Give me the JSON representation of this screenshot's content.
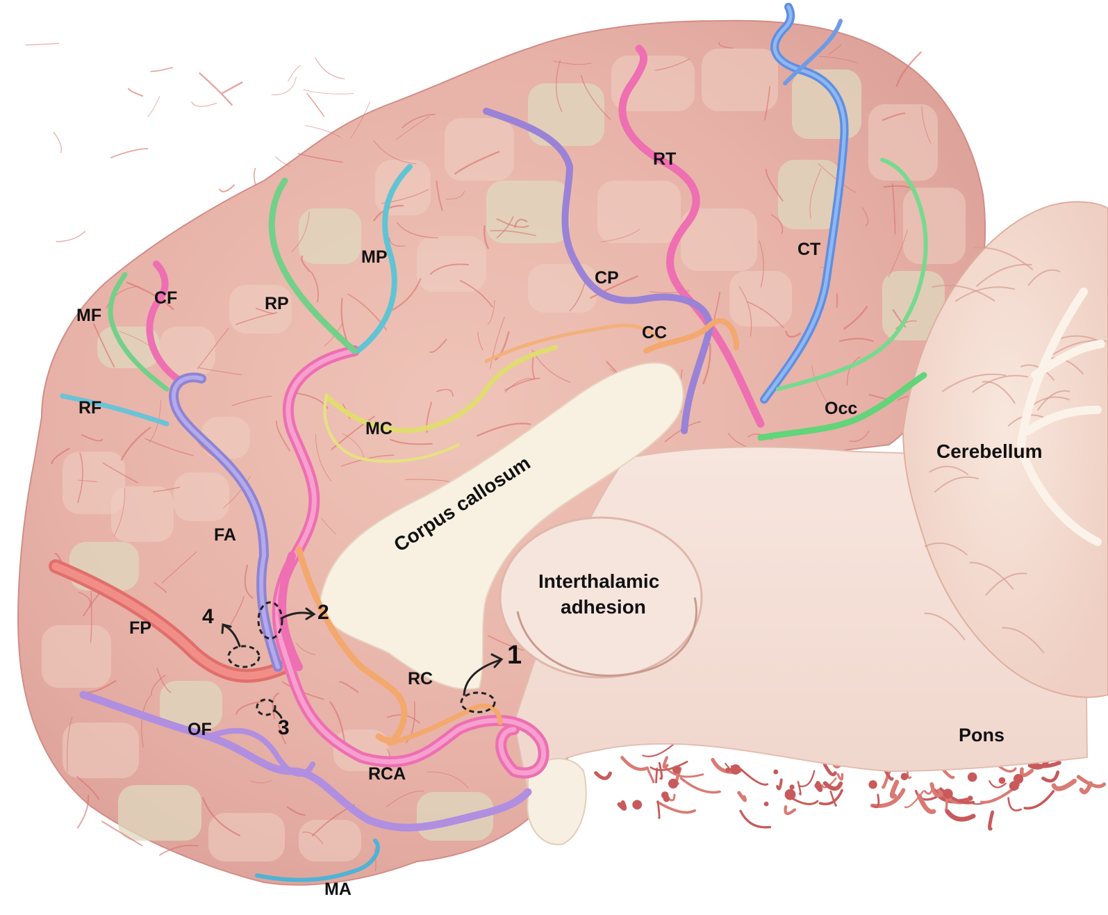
{
  "colors": {
    "cerebrum": "#e8b6ad",
    "gyrus_highlight": "#efcfc2",
    "gyrus_pale": "#dfd8bf",
    "white_matter": "#f7efdf",
    "thalamus": "#f4dfd6",
    "cerebellum": "#f3d7cd",
    "cerebellum_white": "#fbf3ea",
    "cerebellum_line": "#d59b8e",
    "fine_vessels": "#d9736e",
    "background_vessels": "#d97a73",
    "stem_vessels": "#c85a5b",
    "vessel_pink": "#ee7dba",
    "vessel_purple": "#9e8ed6",
    "vessel_lavender": "#b598dc",
    "vessel_blue": "#6f9be6",
    "vessel_cyan": "#67cdd9",
    "vessel_green": "#79d88c",
    "vessel_yellow": "#e3e07a",
    "vessel_orange": "#f2ad73",
    "vessel_salmon": "#ec7d77",
    "label_text": "#111111",
    "marker_circle": "#222222"
  },
  "labels": {
    "MF": "MF",
    "CF": "CF",
    "RF": "RF",
    "RP": "RP",
    "MP": "MP",
    "CP": "CP",
    "RT": "RT",
    "CT": "CT",
    "CC": "CC",
    "MC": "MC",
    "Occ": "Occ",
    "FA": "FA",
    "FP": "FP",
    "OF": "OF",
    "RC": "RC",
    "RCA": "RCA",
    "MA": "MA",
    "corpus_callosum": "Corpus callosum",
    "interthalamic_line1": "Interthalamic",
    "interthalamic_line2": "adhesion",
    "cerebellum": "Cerebellum",
    "pons": "Pons"
  },
  "markers": [
    {
      "number": "1",
      "name": "marker-1"
    },
    {
      "number": "2",
      "name": "marker-2"
    },
    {
      "number": "3",
      "name": "marker-3"
    },
    {
      "number": "4",
      "name": "marker-4"
    }
  ]
}
